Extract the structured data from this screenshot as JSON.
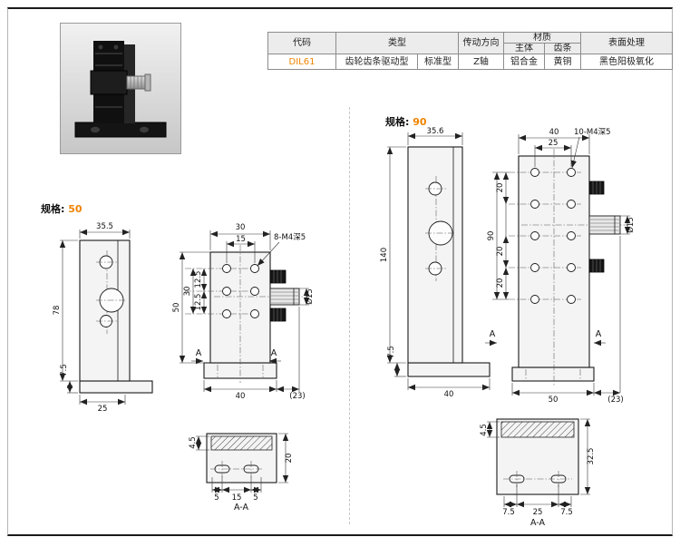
{
  "colors": {
    "accent": "#f08300",
    "line": "#1a1a1a",
    "table_header_bg": "#ececec"
  },
  "table": {
    "h_code": "代码",
    "h_type": "类型",
    "h_direction": "传动方向",
    "h_material": "材质",
    "h_body": "主体",
    "h_rack": "齿条",
    "h_surface": "表面处理",
    "code": "DIL61",
    "type_main": "齿轮齿条驱动型",
    "type_sub": "标准型",
    "direction": "Z轴",
    "mat_body": "铝合金",
    "mat_rack": "黄铜",
    "surface": "黑色阳极氧化"
  },
  "sections": {
    "spec50": {
      "prefix": "规格:",
      "value": "50"
    },
    "spec90": {
      "prefix": "规格:",
      "value": "90"
    }
  },
  "drawings": {
    "spec50": {
      "side": {
        "width": "35.5",
        "height": "78",
        "base_h": "7.5",
        "base_w": "25"
      },
      "front": {
        "w_outer": "30",
        "w_inner": "15",
        "thread": "8-M4深5",
        "h_outer": "50",
        "h_mid": "30",
        "p1": "12.5",
        "p2": "12.5",
        "knob": "Ø15",
        "base": "40",
        "offset": "(23)",
        "a_left": "A",
        "a_right": "A"
      },
      "section": {
        "t": "4.5",
        "h": "20",
        "b1": "5",
        "b2": "15",
        "b3": "5",
        "label": "A-A"
      }
    },
    "spec90": {
      "side": {
        "width": "35.6",
        "height": "140",
        "base_h": "7.5",
        "base_w": "40"
      },
      "front": {
        "w_outer": "40",
        "w_inner": "25",
        "thread": "10-M4深5",
        "h_outer": "90",
        "p1": "20",
        "p2": "20",
        "p3": "20",
        "knob": "Ø15",
        "base": "50",
        "offset": "(23)",
        "a_left": "A",
        "a_right": "A"
      },
      "section": {
        "t": "4.5",
        "h": "32.5",
        "b1": "7.5",
        "b2": "25",
        "b3": "7.5",
        "label": "A-A"
      }
    }
  }
}
